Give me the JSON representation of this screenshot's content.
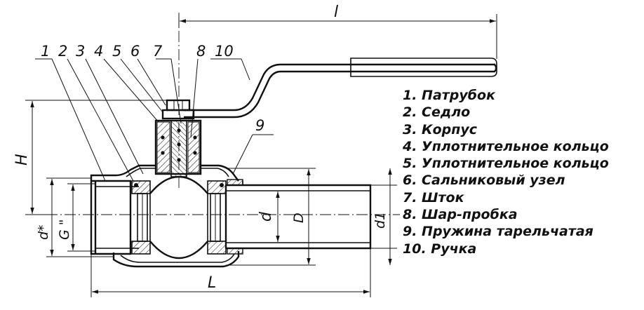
{
  "dimensions": {
    "l": "l",
    "H": "H",
    "L": "L",
    "d": "d",
    "D": "D",
    "d1": "d1",
    "d_star": "d*",
    "G": "G \""
  },
  "callouts": [
    "1",
    "2",
    "3",
    "4",
    "5",
    "6",
    "7",
    "8",
    "10",
    "9"
  ],
  "legend": [
    "1. Патрубок",
    "2. Седло",
    "3. Корпус",
    "4. Уплотнительное кольцо",
    "5. Уплотнительное кольцо",
    "6. Сальниковый узел",
    "7. Шток",
    "8. Шар-пробка",
    "9. Пружина тарельчатая",
    "10. Ручка"
  ]
}
